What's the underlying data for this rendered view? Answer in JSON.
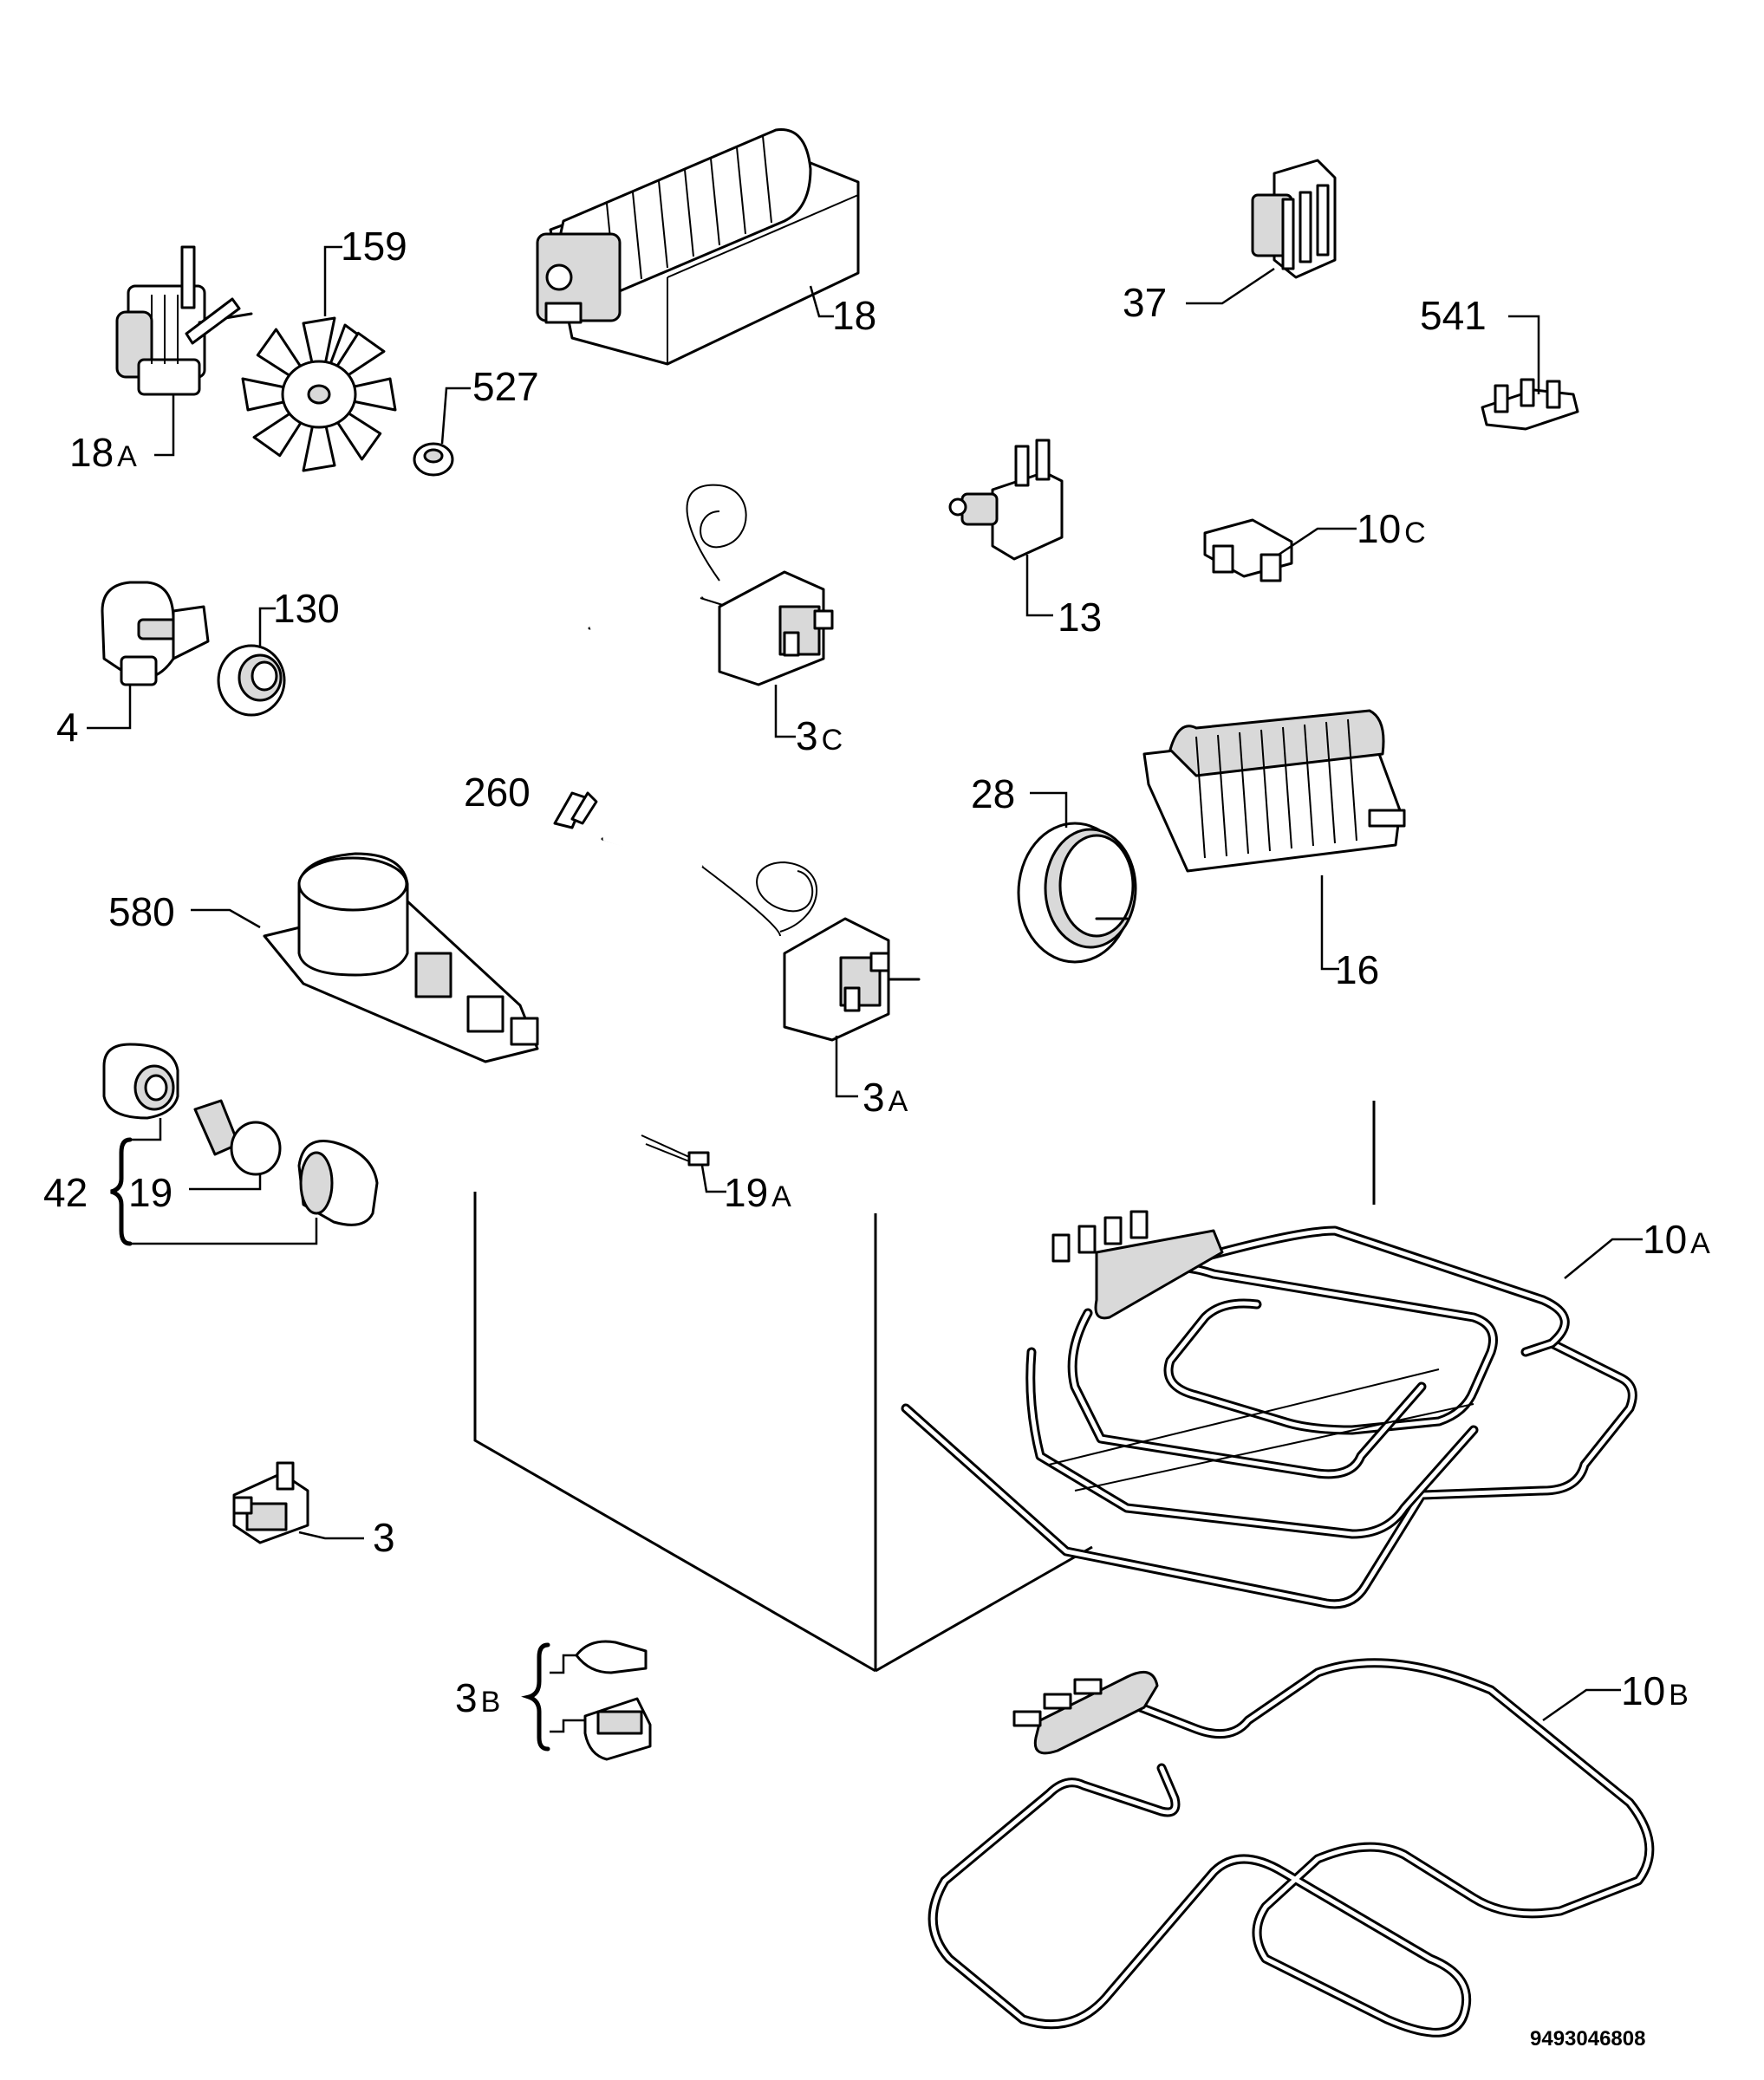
{
  "parts": [
    {
      "id": "18A",
      "label": "18",
      "suffix": "A"
    },
    {
      "id": "159",
      "label": "159",
      "suffix": ""
    },
    {
      "id": "18",
      "label": "18",
      "suffix": ""
    },
    {
      "id": "527",
      "label": "527",
      "suffix": ""
    },
    {
      "id": "37",
      "label": "37",
      "suffix": ""
    },
    {
      "id": "541",
      "label": "541",
      "suffix": ""
    },
    {
      "id": "4",
      "label": "4",
      "suffix": ""
    },
    {
      "id": "130",
      "label": "130",
      "suffix": ""
    },
    {
      "id": "3C",
      "label": "3",
      "suffix": "C"
    },
    {
      "id": "13",
      "label": "13",
      "suffix": ""
    },
    {
      "id": "10C",
      "label": "10",
      "suffix": "C"
    },
    {
      "id": "260",
      "label": "260",
      "suffix": ""
    },
    {
      "id": "28",
      "label": "28",
      "suffix": ""
    },
    {
      "id": "16",
      "label": "16",
      "suffix": ""
    },
    {
      "id": "580",
      "label": "580",
      "suffix": ""
    },
    {
      "id": "3A",
      "label": "3",
      "suffix": "A"
    },
    {
      "id": "42",
      "label": "42",
      "suffix": ""
    },
    {
      "id": "19",
      "label": "19",
      "suffix": ""
    },
    {
      "id": "19A",
      "label": "19",
      "suffix": "A"
    },
    {
      "id": "10A",
      "label": "10",
      "suffix": "A"
    },
    {
      "id": "3",
      "label": "3",
      "suffix": ""
    },
    {
      "id": "3B",
      "label": "3",
      "suffix": "B"
    },
    {
      "id": "10B",
      "label": "10",
      "suffix": "B"
    }
  ],
  "drawing_code": "9493046808"
}
